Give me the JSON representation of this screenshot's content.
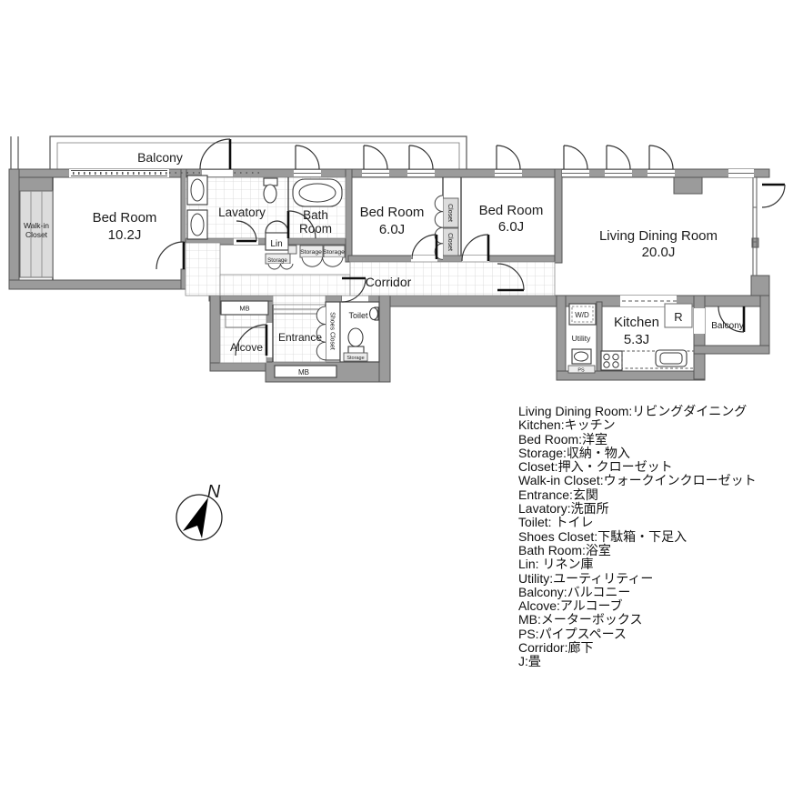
{
  "plan": {
    "balcony_top": "Balcony",
    "walk_in_closet": {
      "line1": "Walk-in",
      "line2": "Closet"
    },
    "bedroom1": {
      "line1": "Bed Room",
      "line2": "10.2J"
    },
    "lavatory": "Lavatory",
    "bath": {
      "line1": "Bath",
      "line2": "Room"
    },
    "lin": "Lin",
    "storage": "Storage",
    "closet": "Closet",
    "bedroom2": {
      "line1": "Bed Room",
      "line2": "6.0J"
    },
    "bedroom3": {
      "line1": "Bed Room",
      "line2": "6.0J"
    },
    "ldk": {
      "line1": "Living Dining Room",
      "line2": "20.0J"
    },
    "corridor": "Corridor",
    "alcove": "Alcove",
    "entrance": "Entrance",
    "shoes_closet": "Shoes Closet",
    "toilet": "Toilet",
    "mb": "MB",
    "wd": "W/D",
    "utility": "Utility",
    "ps": "PS",
    "kitchen": {
      "line1": "Kitchen",
      "line2": "5.3J"
    },
    "refrigerator": "R",
    "balcony_right": "Balcony",
    "compass_north": "N"
  },
  "legend": {
    "lines": [
      "Living Dining Room:リビングダイニング",
      "Kitchen:キッチン",
      "Bed Room:洋室",
      "Storage:収納・物入",
      "Closet:押入・クローゼット",
      "Walk-in Closet:ウォークインクローゼット",
      "Entrance:玄関",
      "Lavatory:洗面所",
      "Toilet: トイレ",
      "Shoes Closet:下駄箱・下足入",
      "Bath Room:浴室",
      "Lin: リネン庫",
      "Utility:ユーティリティー",
      "Balcony:バルコニー",
      "Alcove:アルコーブ",
      "MB:メーターボックス",
      "PS:パイプスペース",
      "Corridor:廊下",
      "J:畳"
    ]
  },
  "colors": {
    "wall_fill": "#9b9b9b",
    "wall_stroke": "#565656",
    "line": "#2e2e2e",
    "tile_line": "#d6d6d6",
    "closet_fill": "#dcdcdc",
    "storage_fill": "#ececec",
    "text": "#1c1c1c"
  }
}
